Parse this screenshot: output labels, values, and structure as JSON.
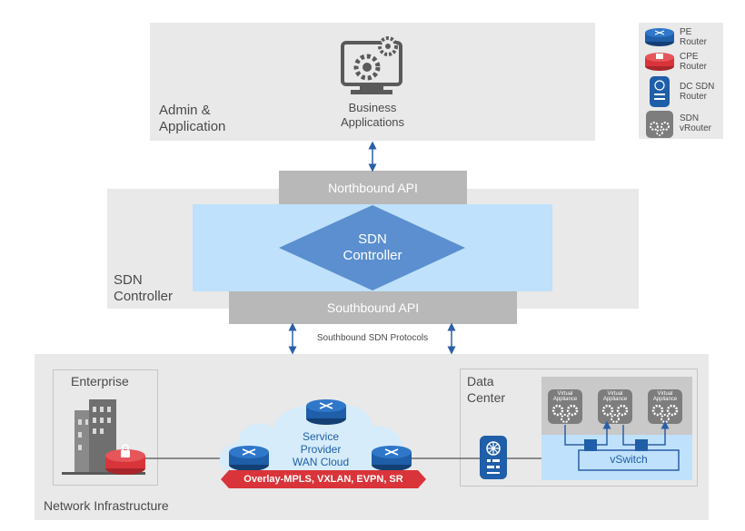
{
  "admin": {
    "label_line1": "Admin &",
    "label_line2": "Application",
    "business_line1": "Business",
    "business_line2": "Applications"
  },
  "controller": {
    "northbound": "Northbound API",
    "southbound": "Southbound API",
    "sdn_line1": "SDN",
    "sdn_line2": "Controller",
    "label_line1": "SDN",
    "label_line2": "Controller",
    "protocols": "Southbound SDN Protocols"
  },
  "legend": {
    "items": [
      {
        "line1": "PE",
        "line2": "Router",
        "icon": "pe-router-icon"
      },
      {
        "line1": "CPE",
        "line2": "Router",
        "icon": "cpe-router-icon"
      },
      {
        "line1": "DC SDN",
        "line2": "Router",
        "icon": "dc-sdn-router-icon"
      },
      {
        "line1": "SDN",
        "line2": "vRouter",
        "icon": "sdn-vrouter-icon"
      }
    ]
  },
  "infrastructure": {
    "label": "Network Infrastructure",
    "enterprise": "Enterprise",
    "cloud_line1": "Service",
    "cloud_line2": "Provider",
    "cloud_line3": "WAN Cloud",
    "overlay": "Overlay-MPLS, VXLAN, EVPN, SR",
    "dc_line1": "Data",
    "dc_line2": "Center",
    "vswitch": "vSwitch",
    "virtual_appliance_line1": "Virtual",
    "virtual_appliance_line2": "Appliance"
  },
  "colors": {
    "panel_gray": "#e9e9e9",
    "api_gray": "#b8b8b8",
    "controller_blue": "#bfe1fb",
    "diamond_blue": "#5b8fcf",
    "router_blue": "#1f5ea8",
    "cpe_red": "#d9343a",
    "arrow_blue": "#2b5fa6",
    "cloud_blue": "#d6ecfb"
  }
}
